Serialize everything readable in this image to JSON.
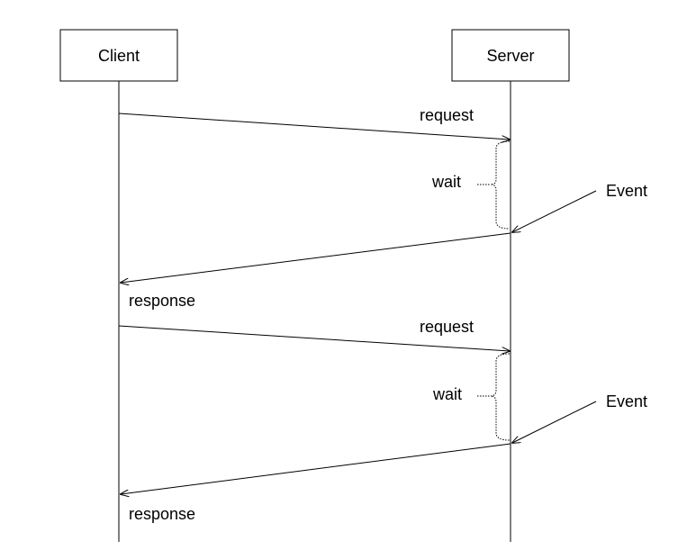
{
  "participants": {
    "client": "Client",
    "server": "Server"
  },
  "messages": {
    "request_1": "request",
    "wait_1": "wait",
    "event_1": "Event",
    "response_1": "response",
    "request_2": "request",
    "wait_2": "wait",
    "event_2": "Event",
    "response_2": "response"
  }
}
